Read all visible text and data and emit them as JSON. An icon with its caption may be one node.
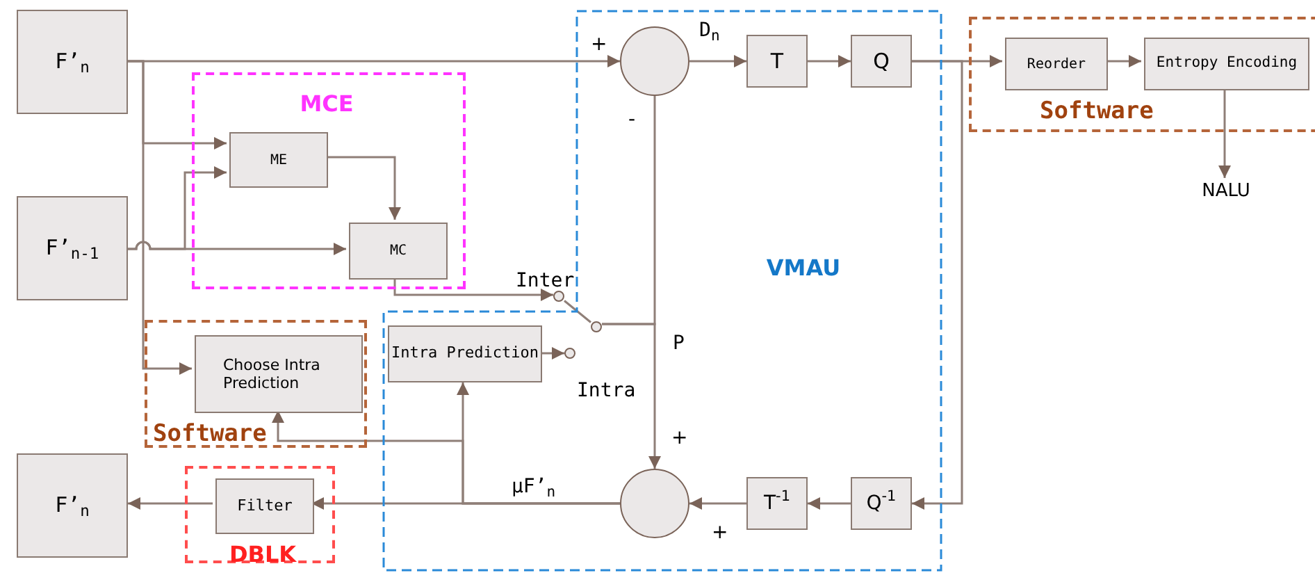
{
  "diagram": {
    "nodes": [
      {
        "text": [
          "F’$_{n}$"
        ]
      },
      {
        "text": [
          "F’$_{n-1}$"
        ]
      },
      {
        "text": [
          "F’$_{n}$"
        ]
      },
      {
        "text": [
          "MCE"
        ]
      },
      {
        "text": [
          "ME"
        ],
        "in": 3
      },
      {
        "text": [
          "MC"
        ],
        "in": 3
      },
      {
        "text": [
          "Software"
        ]
      },
      {
        "text": [
          "Choose Intra Prediction"
        ],
        "in": 6
      },
      {
        "text": [
          "DBLK"
        ]
      },
      {
        "text": [
          "Filter"
        ],
        "in": 8
      },
      {
        "text": [
          "VMAU"
        ]
      },
      {
        "text": [],
        "shape": "circle",
        "in": 10
      },
      {
        "text": [
          "T"
        ],
        "in": 10
      },
      {
        "text": [
          "Q"
        ],
        "in": 10
      },
      {
        "text": [
          "Intra Prediction"
        ],
        "in": 10
      },
      {
        "text": [],
        "shape": "circle",
        "in": 10
      },
      {
        "text": [
          "T$^{-1}$"
        ],
        "in": 10
      },
      {
        "text": [
          "Q$^{-1}$"
        ],
        "in": 10
      },
      {
        "text": [
          "Software"
        ]
      },
      {
        "text": [
          "Reorder"
        ],
        "in": 18
      },
      {
        "text": [
          "Entropy Encoding"
        ],
        "in": 18
      },
      {
        "text": [
          "NALU"
        ]
      },
      {
        "text": [],
        "shape": "circle",
        "beside": [
          "Inter"
        ]
      },
      {
        "text": [],
        "shape": "circle",
        "in": 10,
        "beside": [
          "Intra"
        ]
      },
      {
        "text": [],
        "shape": "circle",
        "in": 10
      }
    ],
    "edges": [
      {
        "from": 0,
        "to": 11,
        "arrow": "to"
      },
      {
        "from": 0,
        "to": 4,
        "arrow": "to"
      },
      {
        "from": 0,
        "to": 7,
        "arrow": "to"
      },
      {
        "from": 1,
        "to": 4,
        "arrow": "to"
      },
      {
        "from": 1,
        "to": 5,
        "arrow": "to"
      },
      {
        "from": 4,
        "to": 5,
        "arrow": "to"
      },
      {
        "from": 5,
        "to": 22,
        "arrow": "to"
      },
      {
        "from": 24,
        "to": 22,
        "arrow": "none"
      },
      {
        "from": 14,
        "to": 23,
        "arrow": "to"
      },
      {
        "from": 24,
        "to": 11,
        "arrow": "none"
      },
      {
        "from": 24,
        "to": 15,
        "arrow": "to",
        "label": "P"
      },
      {
        "from": 11,
        "to": 12,
        "arrow": "to",
        "label": "D$_{n}$"
      },
      {
        "from": 12,
        "to": 13,
        "arrow": "to"
      },
      {
        "from": 13,
        "to": 19,
        "arrow": "to"
      },
      {
        "from": 19,
        "to": 20,
        "arrow": "to"
      },
      {
        "from": 20,
        "to": 21,
        "arrow": "to"
      },
      {
        "from": 13,
        "to": 17,
        "arrow": "to"
      },
      {
        "from": 17,
        "to": 16,
        "arrow": "to"
      },
      {
        "from": 16,
        "to": 15,
        "arrow": "to"
      },
      {
        "from": 15,
        "to": 9,
        "arrow": "to",
        "label": "μF’$_{n}$"
      },
      {
        "from": 15,
        "to": 14,
        "arrow": "to"
      },
      {
        "from": 15,
        "to": 7,
        "arrow": "to"
      },
      {
        "from": 9,
        "to": 2,
        "arrow": "to"
      }
    ],
    "labels": [
      "+",
      "-",
      "+",
      "+"
    ]
  }
}
